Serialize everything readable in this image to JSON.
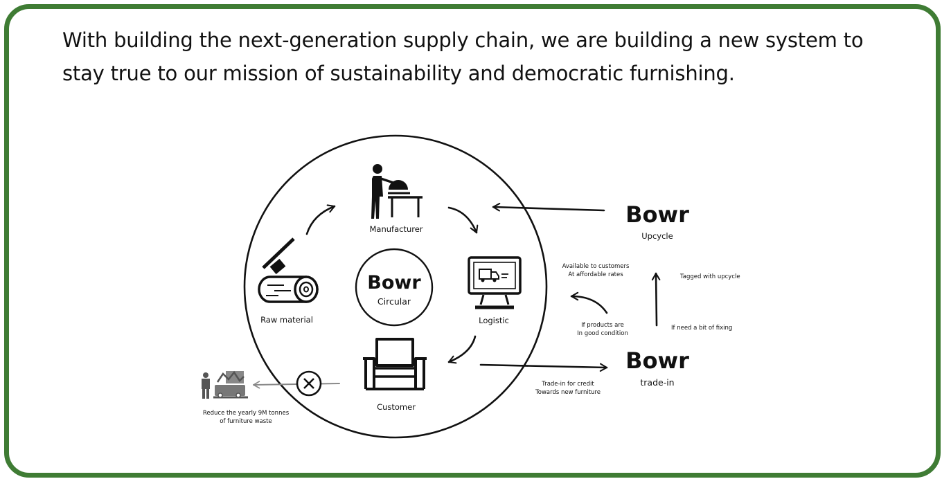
{
  "headline": "With building the next-generation supply chain, we are building a new system to stay true to our mission of sustainability and democratic furnishing.",
  "colors": {
    "frame": "#3f7c34",
    "ink": "#111111",
    "muted": "#888888"
  },
  "center": {
    "brand": "Bowr",
    "label": "Circular"
  },
  "nodes": {
    "manufacturer": "Manufacturer",
    "logistic": "Logistic",
    "customer": "Customer",
    "raw_material": "Raw material"
  },
  "upcycle": {
    "brand": "Bowr",
    "label": "Upcycle"
  },
  "tradein": {
    "brand": "Bowr",
    "label": "trade-in"
  },
  "notes": {
    "available_1": "Available to customers",
    "available_2": "At affordable rates",
    "tagged": "Tagged with upcycle",
    "good_1": "If products are",
    "good_2": "In good condition",
    "fixing": "If need a bit of fixing",
    "trade_1": "Trade-in for credit",
    "trade_2": "Towards new furniture",
    "waste_1": "Reduce the yearly 9M tonnes",
    "waste_2": "of furniture waste"
  },
  "icons": [
    "manufacturer-icon",
    "logistic-monitor-icon",
    "armchair-icon",
    "log-icon",
    "landfill-icon",
    "blocked-icon"
  ]
}
